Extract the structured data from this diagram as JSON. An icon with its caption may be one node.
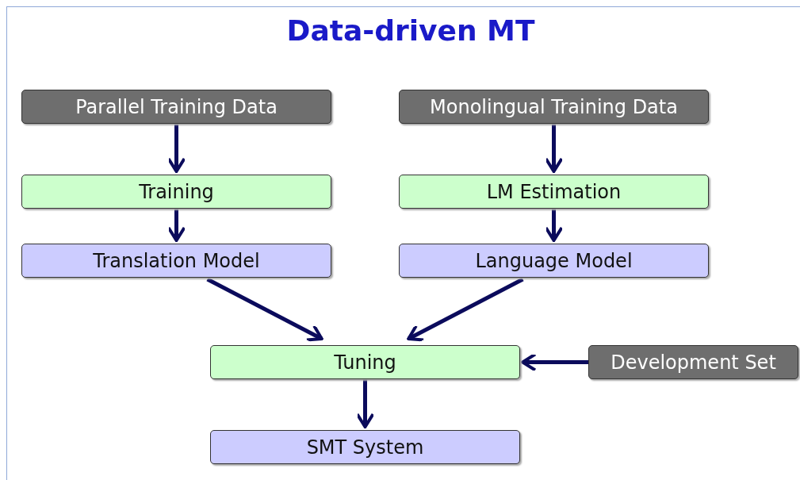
{
  "diagram": {
    "title": "Data-driven MT",
    "nodes": [
      {
        "text": [
          "Parallel Training Data"
        ]
      },
      {
        "text": [
          "Monolingual Training Data"
        ]
      },
      {
        "text": [
          "Training"
        ]
      },
      {
        "text": [
          "LM Estimation"
        ]
      },
      {
        "text": [
          "Translation Model"
        ]
      },
      {
        "text": [
          "Language Model"
        ]
      },
      {
        "text": [
          "Tuning"
        ]
      },
      {
        "text": [
          "Development Set"
        ]
      },
      {
        "text": [
          "SMT System"
        ]
      }
    ],
    "edges": [
      {
        "from": 0,
        "to": 2,
        "arrow": "to"
      },
      {
        "from": 1,
        "to": 3,
        "arrow": "to"
      },
      {
        "from": 2,
        "to": 4,
        "arrow": "to"
      },
      {
        "from": 3,
        "to": 5,
        "arrow": "to"
      },
      {
        "from": 4,
        "to": 6,
        "arrow": "to"
      },
      {
        "from": 5,
        "to": 6,
        "arrow": "to"
      },
      {
        "from": 7,
        "to": 6,
        "arrow": "to"
      },
      {
        "from": 6,
        "to": 8,
        "arrow": "to"
      }
    ]
  }
}
